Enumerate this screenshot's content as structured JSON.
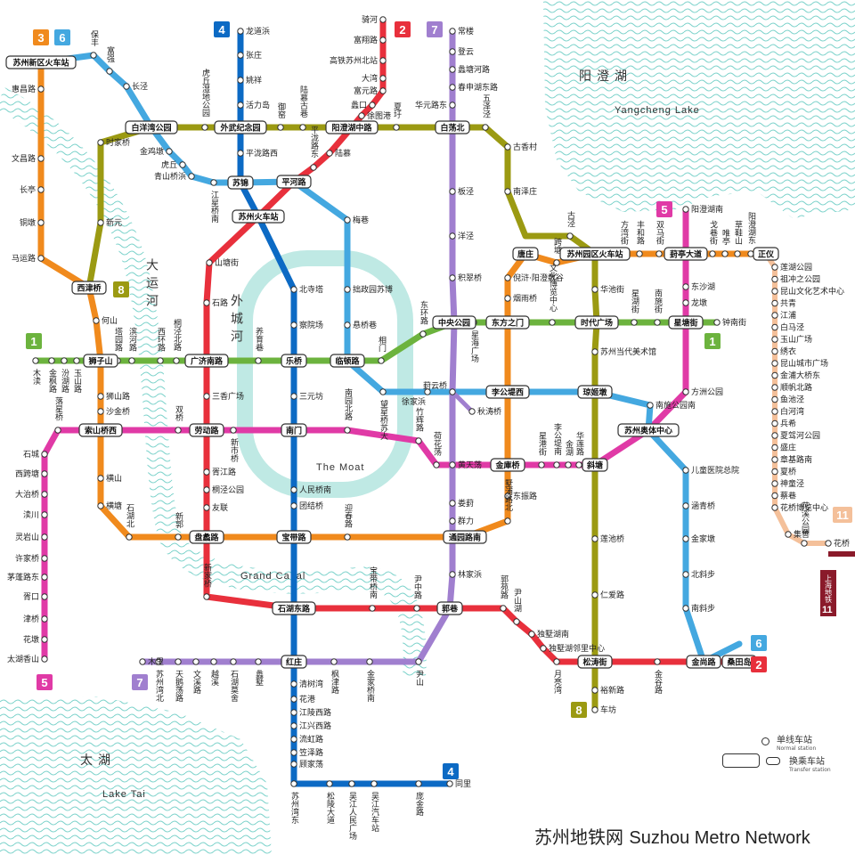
{
  "title": {
    "zh": "苏州地铁网",
    "en": "Suzhou Metro Network"
  },
  "legend": {
    "normal_zh": "单线车站",
    "normal_en": "Normal station",
    "transfer_zh": "换乘车站",
    "transfer_en": "Transfer station"
  },
  "water": {
    "yangcheng_zh": "阳澄湖",
    "yangcheng_en": "Yangcheng Lake",
    "tai_zh": "太湖",
    "tai_en": "Lake Tai",
    "canal_zh": "大运河",
    "canal_en": "Grand Canal",
    "moat_zh": "外城河",
    "moat_en": "The Moat"
  },
  "shanghai": {
    "label": "上海地铁",
    "line": "11",
    "color": "#8a1a2a"
  },
  "lines": [
    {
      "id": "1",
      "color": "#6cb33e",
      "stations": [
        "木渎",
        "金枫路",
        "汾湖路",
        "玉山路",
        "狮子山",
        "塔园路",
        "滨河路",
        "西环路",
        "桐泾北路",
        "广济南路",
        "养育巷",
        "乐桥",
        "临顿路",
        "相门",
        "东环路",
        "中央公园",
        "星海广场",
        "东方之门",
        "文化博览中心",
        "时代广场",
        "星湖街",
        "南施街",
        "星塘街",
        "钟南街"
      ]
    },
    {
      "id": "2",
      "color": "#e8303c",
      "stations": [
        "骑河",
        "富翔路",
        "高铁苏州北站",
        "大湾",
        "富元路",
        "蠡口",
        "徐图港",
        "阳澄湖中路",
        "陆慕",
        "平泷路东",
        "平河路",
        "苏州火车站",
        "山塘街",
        "石路",
        "广济南路",
        "三香广场",
        "劳动路",
        "胥江路",
        "桐泾公园",
        "友联",
        "盘蠡路",
        "新家桥",
        "石湖东路",
        "宝带桥南",
        "尹中路",
        "郭巷",
        "郭苑路",
        "尹山湖",
        "独墅湖南",
        "独墅湖邻里中心",
        "月亮湾",
        "松涛街",
        "金谷路",
        "金尚路",
        "桑田岛"
      ]
    },
    {
      "id": "3",
      "color": "#f08a1d",
      "stations": [
        "苏州新区火车站",
        "惠昌路",
        "文昌路",
        "长亭",
        "铜墩",
        "马运路",
        "西津桥",
        "何山",
        "狮子山",
        "狮山路",
        "沙金桥",
        "索山桥西",
        "横山",
        "横塘",
        "石湖北",
        "新郭",
        "盘蠡路",
        "宝带路",
        "迎春路",
        "通园路南",
        "墅浦路北",
        "东振路",
        "金庫桥",
        "李公堤西",
        "东方之门",
        "烟雨桥",
        "倪浒·阳澄数谷",
        "唐庄",
        "跨塘",
        "苏州园区火车站",
        "方湾街",
        "丰和路",
        "双马街",
        "葑亭大道",
        "戈巷街",
        "唯亭",
        "草鞋山",
        "阳澄湖东",
        "正仪"
      ]
    },
    {
      "id": "4",
      "color": "#0c6ac4",
      "stations": [
        "龙道浜",
        "张庄",
        "姚祥",
        "活力岛",
        "外武纪念园",
        "平泷路西",
        "苏锦",
        "苏州火车站",
        "北寺塔",
        "察院场",
        "乐桥",
        "三元坊",
        "南门",
        "人民桥南",
        "团结桥",
        "宝带路",
        "石湖东路",
        "红庄",
        "清树湾",
        "花港",
        "江陵西路",
        "江兴西路",
        "流虹路",
        "笠泽路",
        "顾家荡",
        "苏州湾东",
        "松陵大道",
        "吴江人民广场",
        "吴江汽车站",
        "庞金路",
        "同里"
      ]
    },
    {
      "id": "5",
      "color": "#e03aa6",
      "stations": [
        "太湖香山",
        "花墩",
        "津桥",
        "胥口",
        "茅蓬路东",
        "许家桥",
        "灵岩山",
        "渎川",
        "大治桥",
        "西跨塘",
        "石城",
        "落星桥",
        "索山桥西",
        "双桥",
        "劳动路",
        "新市桥",
        "南门",
        "南园北路",
        "竹辉路",
        "荷花荡",
        "金庫桥",
        "星港街",
        "李公堤南",
        "金湖",
        "华莲路",
        "斜塘",
        "苏州奥体中心",
        "方洲公园",
        "星塘街",
        "龙墩",
        "东沙湖",
        "葑亭大道",
        "阳澄湖南"
      ]
    },
    {
      "id": "6",
      "color": "#44a8e0",
      "stations": [
        "苏州新区火车站",
        "保丰",
        "富强",
        "长泾",
        "白洋湾公园",
        "金鸡墩",
        "虎丘",
        "青山桥浜",
        "江星桥南",
        "苏锦",
        "平河路",
        "梅巷",
        "拙政园苏博",
        "悬桥巷",
        "临顿路",
        "望星桥苏大",
        "徐家浜",
        "李公堤西",
        "琼姬墩",
        "南施公园南",
        "苏州奥体中心",
        "儿童医院总院",
        "涵青桥",
        "金家墩",
        "北斜步",
        "南斜步",
        "金尚路",
        "桑田岛"
      ]
    },
    {
      "id": "7",
      "color": "#a07fcf",
      "stations": [
        "常楼",
        "登云",
        "蠡塘河路",
        "春申湖东路",
        "华元路东",
        "白荡北",
        "板泾",
        "洋泾",
        "积翠桥",
        "中央公园",
        "葑云桥",
        "秋涛桥",
        "黄天荡",
        "娄葑",
        "群力",
        "通园路南",
        "林家浜",
        "郭巷",
        "尹山",
        "金家桥南",
        "枫津路",
        "红庄",
        "蠡墅",
        "石湖莫舍",
        "越溪",
        "文溪路",
        "天鹅荡路",
        "苏州湾北",
        "木里"
      ]
    },
    {
      "id": "8",
      "color": "#9b9a12",
      "stations": [
        "西津桥",
        "新元",
        "时家桥",
        "白洋湾公园",
        "虎丘湿地公园",
        "外武纪念园",
        "御窑",
        "陆慕古巷",
        "阳澄湖中路",
        "夏圩",
        "白荡北",
        "五泽泾",
        "古香村",
        "南泽庄",
        "唐庄",
        "古泾",
        "苏州园区火车站",
        "华池街",
        "时代广场",
        "苏州当代美术馆",
        "琼姬墩",
        "斜塘",
        "莲池桥",
        "仁爱路",
        "松涛街",
        "裕新路",
        "车坊"
      ]
    },
    {
      "id": "11",
      "color": "#f4c09a",
      "stations": [
        "正仪",
        "莲湖公园",
        "祖冲之公园",
        "昆山文化艺术中心",
        "共青",
        "江浦",
        "白马泾",
        "玉山广场",
        "绣衣",
        "昆山城市广场",
        "金浦大桥东",
        "顺帆北路",
        "鱼池泾",
        "白河湾",
        "兵希",
        "夏驾河公园",
        "盛庄",
        "章基路南",
        "夏桥",
        "神童泾",
        "蔡巷",
        "花桥博览中心",
        "集善",
        "花溪公园",
        "花桥"
      ]
    }
  ]
}
